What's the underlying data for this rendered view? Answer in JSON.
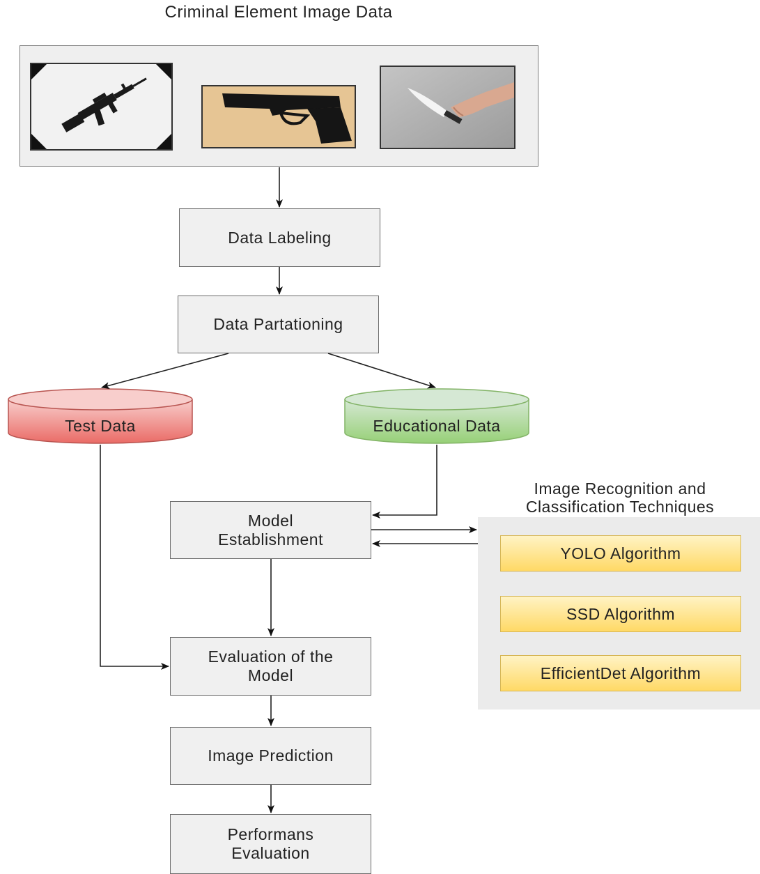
{
  "diagram": {
    "source_title": "Criminal Element Image Data",
    "images": [
      {
        "name": "rifle",
        "icon": "rifle-image"
      },
      {
        "name": "pistol",
        "icon": "pistol-image"
      },
      {
        "name": "knife",
        "icon": "knife-image"
      }
    ],
    "steps": {
      "data_labeling": "Data Labeling",
      "data_partitioning": "Data Partationing",
      "test_data": "Test Data",
      "educational_data": "Educational Data",
      "model_establishment_line1": "Model",
      "model_establishment_line2": "Establishment",
      "evaluation_line1": "Evaluation of the",
      "evaluation_line2": "Model",
      "image_prediction": "Image Prediction",
      "performance_line1": "Performans",
      "performance_line2": "Evaluation"
    },
    "techniques": {
      "title_line1": "Image Recognition and",
      "title_line2": "Classification Techniques",
      "items": [
        "YOLO Algorithm",
        "SSD Algorithm",
        "EfficientDet Algorithm"
      ]
    },
    "colors": {
      "test_data_fill": "#f8cecc",
      "test_data_fill_dark": "#ea6b66",
      "educational_data_fill": "#d5e8d4",
      "educational_data_fill_dark": "#97d077",
      "algorithm_fill": "#ffd966",
      "box_fill": "#f0f0f0"
    }
  }
}
